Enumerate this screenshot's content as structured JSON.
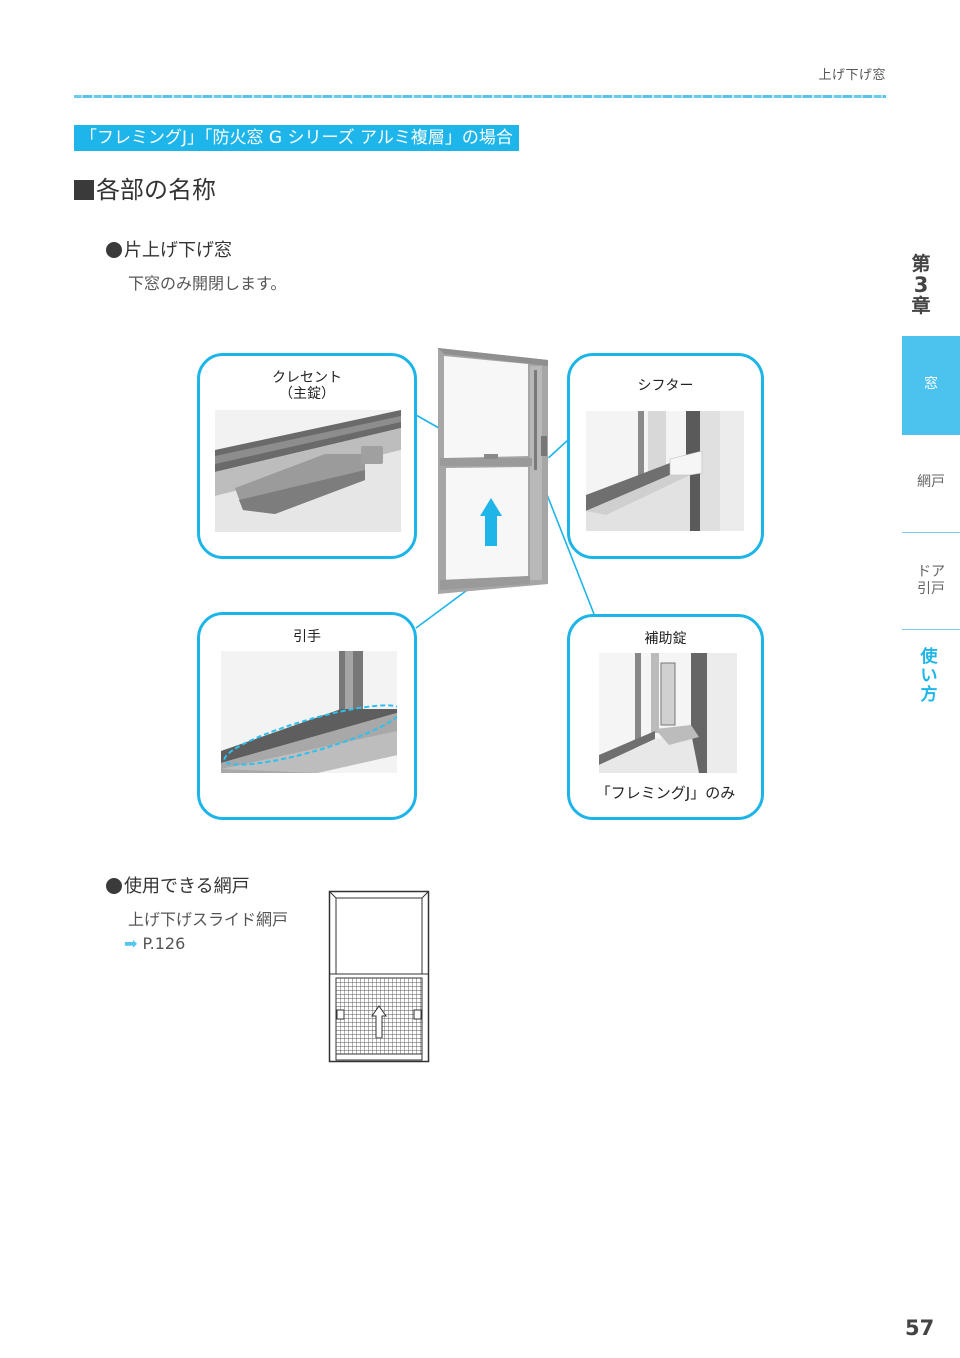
{
  "header": {
    "running_title": "上げ下げ窓",
    "accent_color": "#1eb6ea"
  },
  "variant_tag": "「フレミングJ」「防火窓 G シリーズ アルミ複層」の場合",
  "section": {
    "title": "各部の名称"
  },
  "window_type": {
    "title": "片上げ下げ窓",
    "description": "下窓のみ開閉します。"
  },
  "callouts": [
    {
      "label_line1": "クレセント",
      "label_line2": "（主錠）",
      "note": ""
    },
    {
      "label_line1": "シフター",
      "label_line2": "",
      "note": ""
    },
    {
      "label_line1": "引手",
      "label_line2": "",
      "note": ""
    },
    {
      "label_line1": "補助錠",
      "label_line2": "",
      "note": "「フレミングJ」のみ"
    }
  ],
  "screen": {
    "title": "使用できる網戸",
    "name": "上げ下げスライド網戸",
    "page_ref_arrow": "➡",
    "page_ref": "P.126"
  },
  "sidebar": {
    "chapter_line1": "第",
    "chapter_line2": "3",
    "chapter_line3": "章",
    "tabs": [
      {
        "label": "窓",
        "state": "active"
      },
      {
        "label": "網戸",
        "state": "normal"
      },
      {
        "label_line1": "ドア",
        "label_line2": "引戸",
        "state": "normal"
      },
      {
        "label_line1": "使",
        "label_line2": "い",
        "label_line3": "方",
        "state": "current"
      }
    ]
  },
  "page_number": "57"
}
